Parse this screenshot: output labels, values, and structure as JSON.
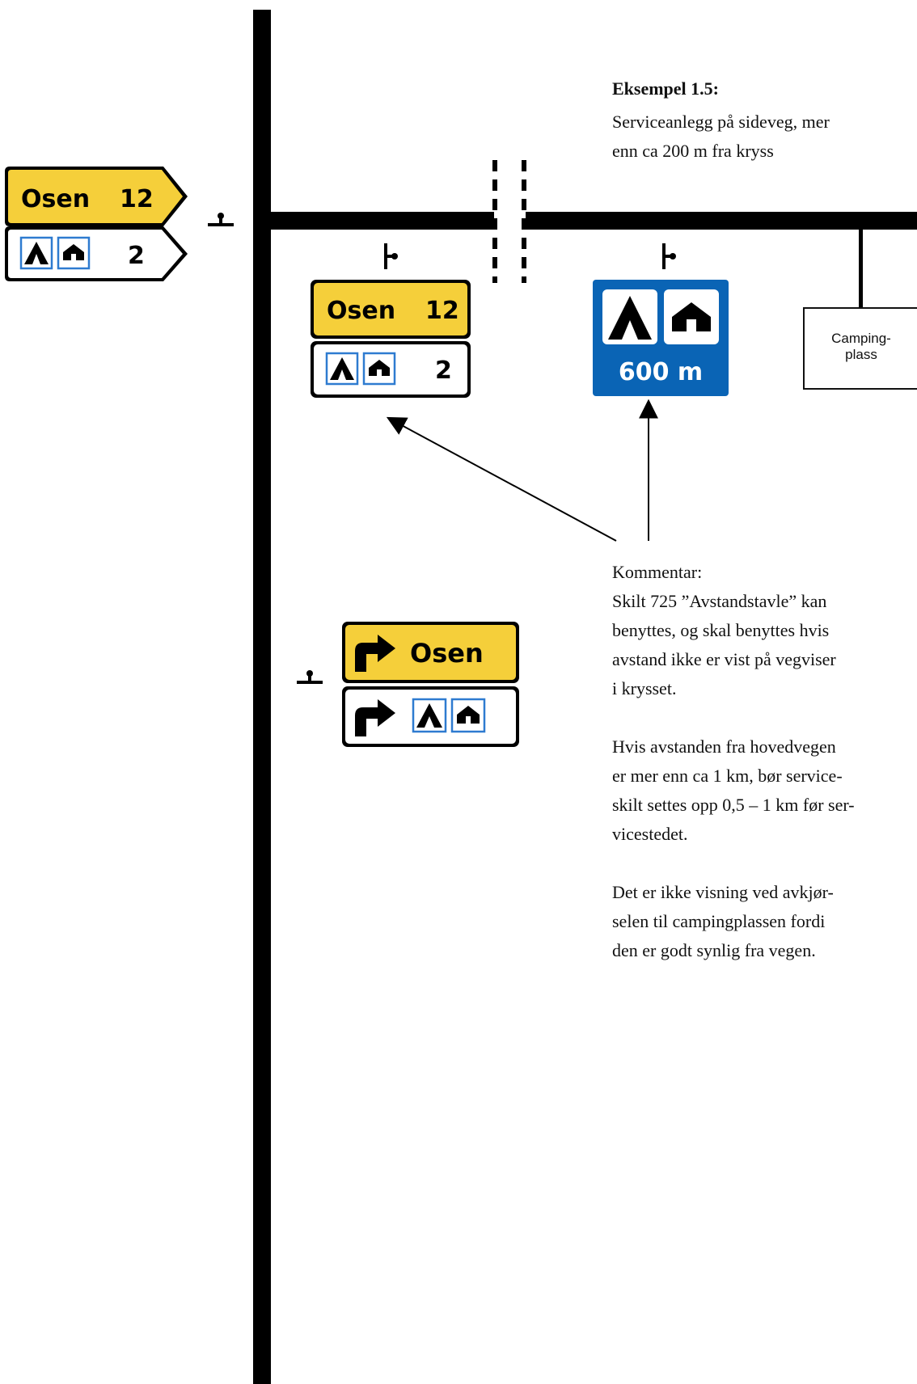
{
  "title": "Eksempel 1.5:",
  "intro_lines": [
    "Serviceanlegg på sideveg, mer",
    "enn ca 200 m fra kryss"
  ],
  "comment": {
    "heading": "Kommentar:",
    "paragraph_1_lines": [
      "Skilt 725 ”Avstandstavle” kan",
      "benyttes, og skal benyttes hvis",
      "avstand ikke er vist på vegviser",
      "i krysset."
    ],
    "paragraph_2_lines": [
      "Hvis avstanden fra hovedvegen",
      "er mer enn ca 1 km, bør service-",
      "skilt settes opp 0,5 – 1 km før ser-",
      "vicestedet."
    ],
    "paragraph_3_lines": [
      "Det er ikke visning ved avkjør-",
      "selen til campingplassen fordi",
      "den er godt synlig fra vegen."
    ]
  },
  "camping_box": {
    "line_1": "Camping-",
    "line_2": "plass"
  },
  "signs": {
    "left_direction": {
      "destination": "Osen",
      "distance": "12",
      "service_distance": "2"
    },
    "side_road_direction": {
      "destination": "Osen",
      "distance": "12",
      "service_distance": "2"
    },
    "distance_board": {
      "distance": "600 m"
    },
    "junction_sign": {
      "destination": "Osen"
    }
  },
  "colors": {
    "road": "#000000",
    "sign_yellow": "#F5CF3A",
    "sign_blue": "#0A64B5",
    "icon_blue_border": "#2E7BD0"
  },
  "icons": [
    "tent-icon",
    "cabin-icon",
    "right-turn-arrow-icon",
    "arrow-pointer-icon"
  ]
}
